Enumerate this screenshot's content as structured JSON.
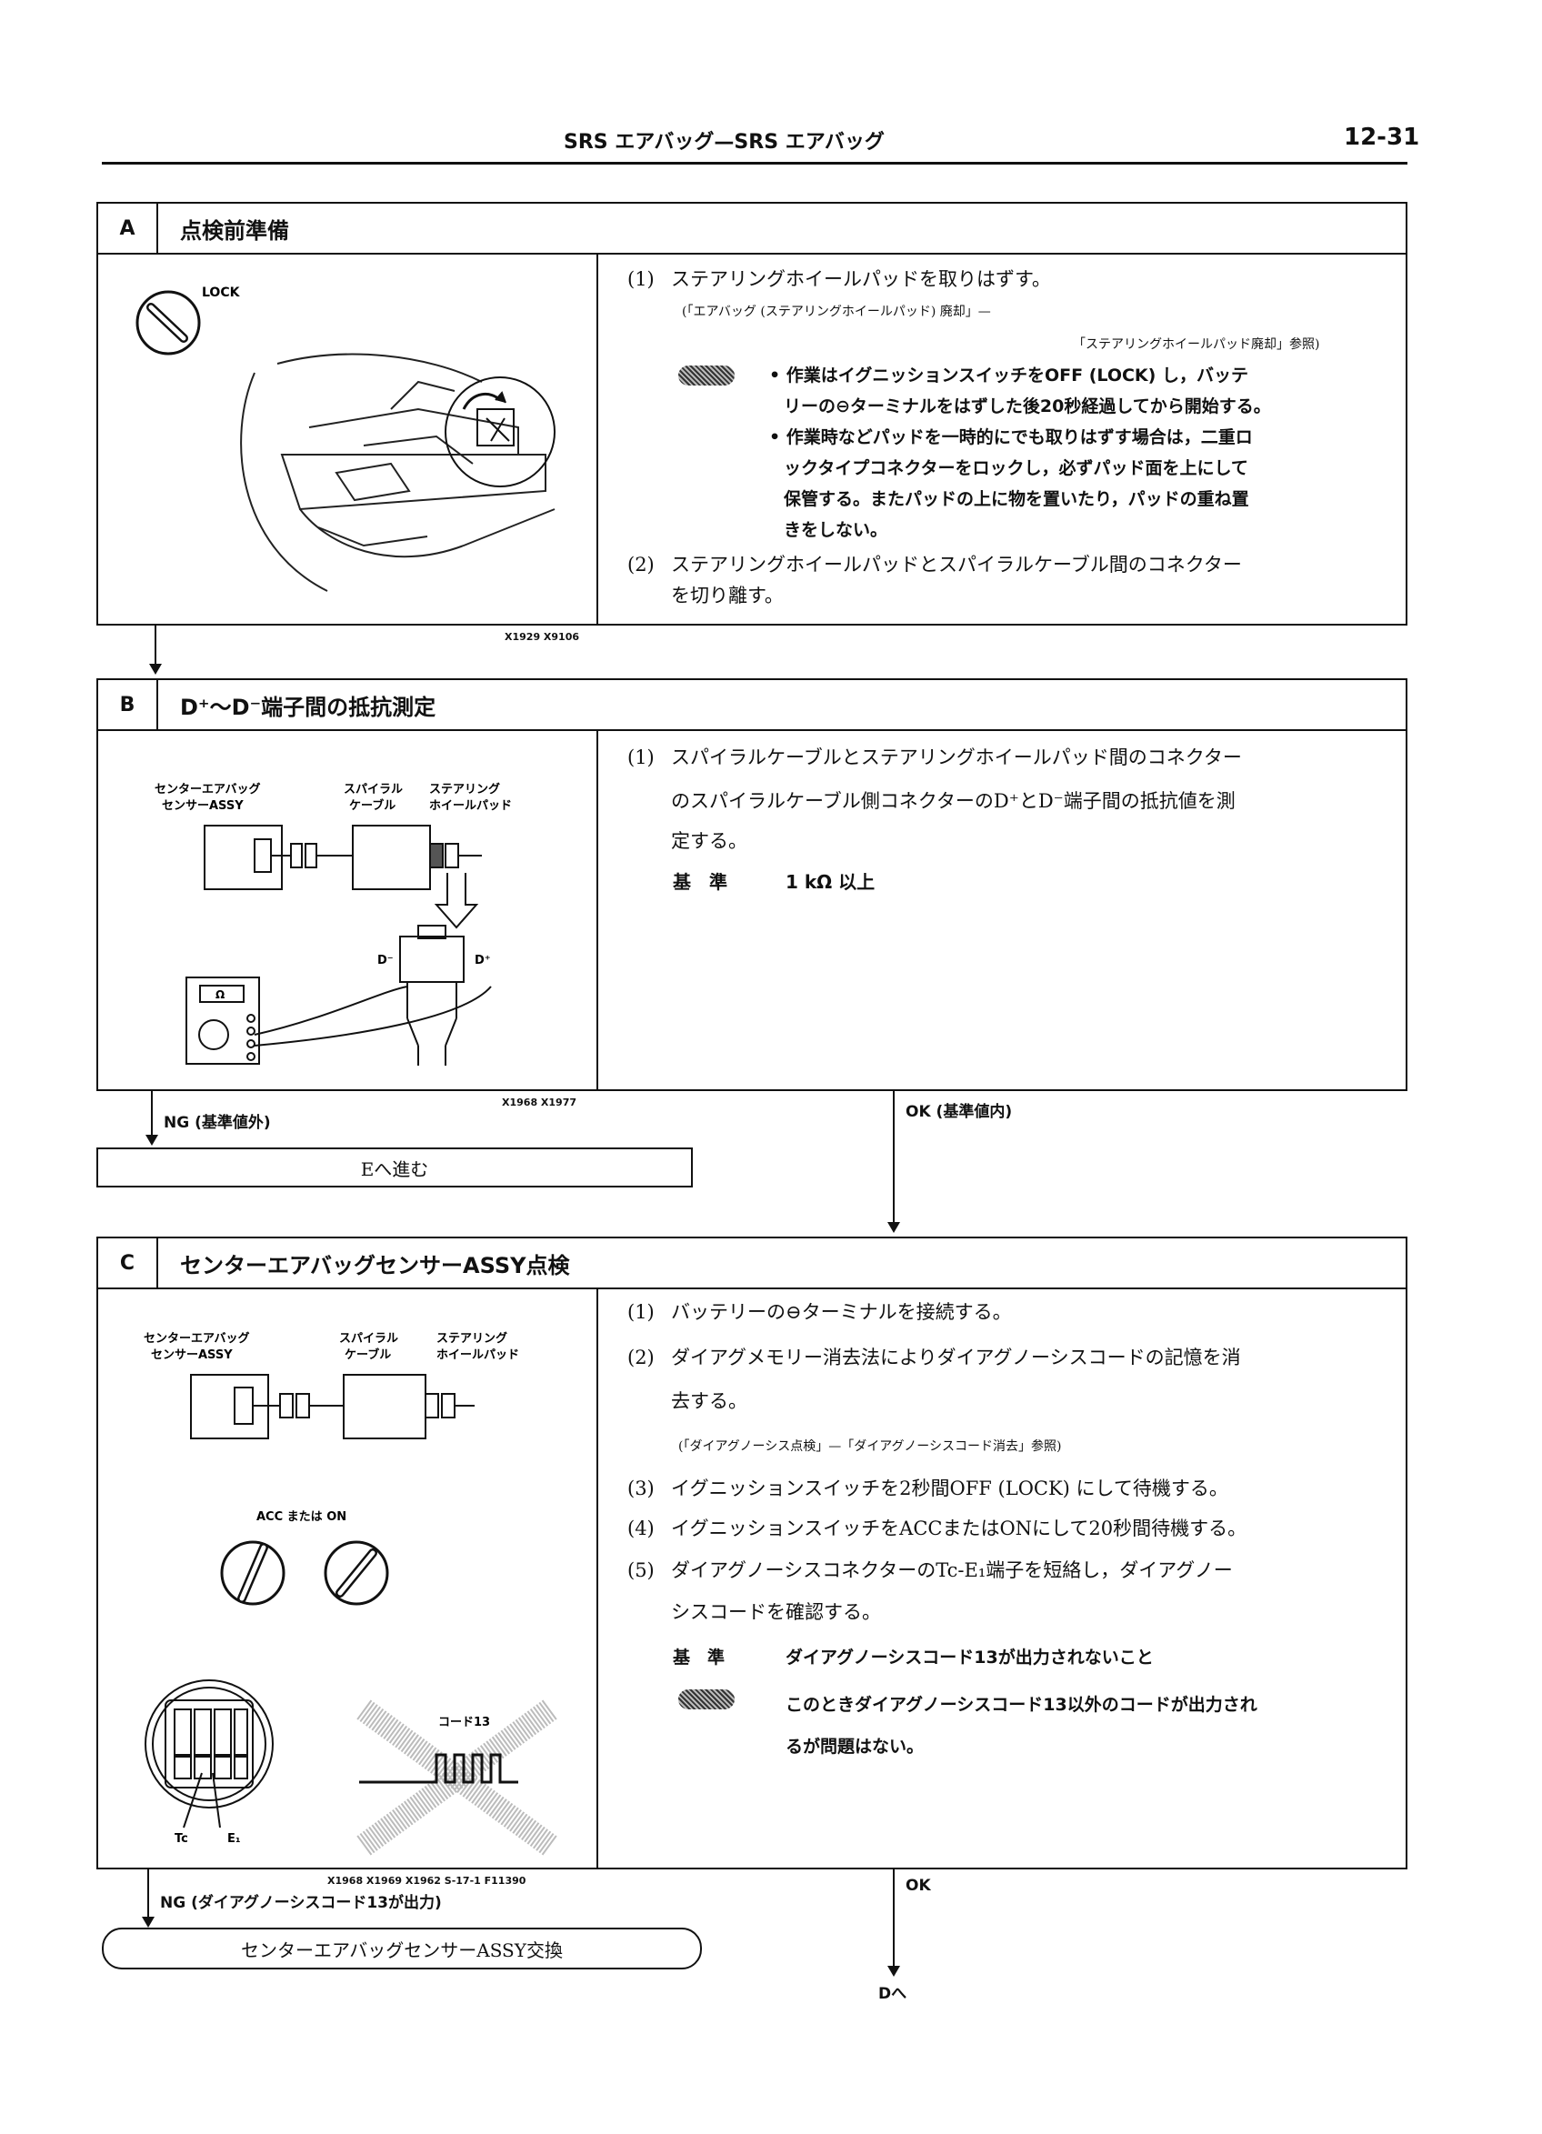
{
  "header": {
    "title": "SRS エアバッグ—SRS エアバッグ",
    "page": "12-31"
  },
  "sectionA": {
    "letter": "A",
    "title": "点検前準備",
    "lock_label": "LOCK",
    "step1_num": "(1)",
    "step1_text": "ステアリングホイールパッドを取りはずす。",
    "step1_ref1": "(「エアバッグ (ステアリングホイールパッド) 廃却」—",
    "step1_ref2": "「ステアリングホイールパッド廃却」参照)",
    "note1_l1": "• 作業はイグニッションスイッチをOFF (LOCK) し，バッテ",
    "note1_l2": "リーの⊖ターミナルをはずした後20秒経過してから開始する。",
    "note2_l1": "• 作業時などパッドを一時的にでも取りはずす場合は，二重ロ",
    "note2_l2": "ックタイプコネクターをロックし，必ずパッド面を上にして",
    "note2_l3": "保管する。またパッドの上に物を置いたり，パッドの重ね置",
    "note2_l4": "きをしない。",
    "step2_num": "(2)",
    "step2_l1": "ステアリングホイールパッドとスパイラルケーブル間のコネクター",
    "step2_l2": "を切り離す。",
    "fig_ref": "X1929   X9106"
  },
  "sectionB": {
    "letter": "B",
    "title": "D⁺～D⁻端子間の抵抗測定",
    "lbl_center_l1": "センターエアバッグ",
    "lbl_center_l2": "センサーASSY",
    "lbl_spiral_l1": "スパイラル",
    "lbl_spiral_l2": "ケーブル",
    "lbl_steer_l1": "ステアリング",
    "lbl_steer_l2": "ホイールパッド",
    "lbl_dminus": "D⁻",
    "lbl_dplus": "D⁺",
    "lbl_ohm": "Ω",
    "step1_num": "(1)",
    "step1_l1": "スパイラルケーブルとステアリングホイールパッド間のコネクター",
    "step1_l2": "のスパイラルケーブル側コネクターのD⁺とD⁻端子間の抵抗値を測",
    "step1_l3": "定する。",
    "std_label": "基　準",
    "std_value": "1 kΩ 以上",
    "fig_ref": "X1968   X1977",
    "ng_label": "NG (基準値外)",
    "ok_label": "OK (基準値内)",
    "result_box": "Eへ進む"
  },
  "sectionC": {
    "letter": "C",
    "title": "センターエアバッグセンサーASSY点検",
    "lbl_center_l1": "センターエアバッグ",
    "lbl_center_l2": "センサーASSY",
    "lbl_spiral_l1": "スパイラル",
    "lbl_spiral_l2": "ケーブル",
    "lbl_steer_l1": "ステアリング",
    "lbl_steer_l2": "ホイールパッド",
    "acc_on": "ACC または ON",
    "lbl_tc": "Tc",
    "lbl_e1": "E₁",
    "lbl_code13": "コード13",
    "step1_num": "(1)",
    "step1_text": "バッテリーの⊖ターミナルを接続する。",
    "step2_num": "(2)",
    "step2_l1": "ダイアグメモリー消去法によりダイアグノーシスコードの記憶を消",
    "step2_l2": "去する。",
    "step2_ref": "(「ダイアグノーシス点検」—「ダイアグノーシスコード消去」参照)",
    "step3_num": "(3)",
    "step3_text": "イグニッションスイッチを2秒間OFF (LOCK) にして待機する。",
    "step4_num": "(4)",
    "step4_text": "イグニッションスイッチをACCまたはONにして20秒間待機する。",
    "step5_num": "(5)",
    "step5_l1": "ダイアグノーシスコネクターのTc-E₁端子を短絡し，ダイアグノー",
    "step5_l2": "シスコードを確認する。",
    "std_label": "基　準",
    "std_value": "ダイアグノーシスコード13が出力されないこと",
    "note_l1": "このときダイアグノーシスコード13以外のコードが出力され",
    "note_l2": "るが問題はない。",
    "fig_ref": "X1968   X1969   X1962   S-17-1   F11390",
    "ng_label": "NG (ダイアグノーシスコード13が出力)",
    "ok_label": "OK",
    "result_box": "センターエアバッグセンサーASSY交換",
    "goto": "Dへ"
  }
}
